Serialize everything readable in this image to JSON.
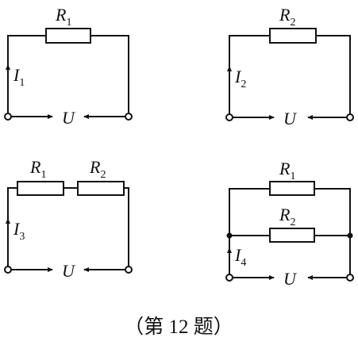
{
  "circuits": {
    "top_left": {
      "resistor": "R",
      "resistor_sub": "1",
      "current": "I",
      "current_sub": "1",
      "voltage": "U"
    },
    "top_right": {
      "resistor": "R",
      "resistor_sub": "2",
      "current": "I",
      "current_sub": "2",
      "voltage": "U"
    },
    "bottom_left": {
      "resistor_a": "R",
      "resistor_a_sub": "1",
      "resistor_b": "R",
      "resistor_b_sub": "2",
      "current": "I",
      "current_sub": "3",
      "voltage": "U"
    },
    "bottom_right": {
      "resistor_a": "R",
      "resistor_a_sub": "1",
      "resistor_b": "R",
      "resistor_b_sub": "2",
      "current": "I",
      "current_sub": "4",
      "voltage": "U"
    }
  },
  "caption": "（第 12 题）"
}
